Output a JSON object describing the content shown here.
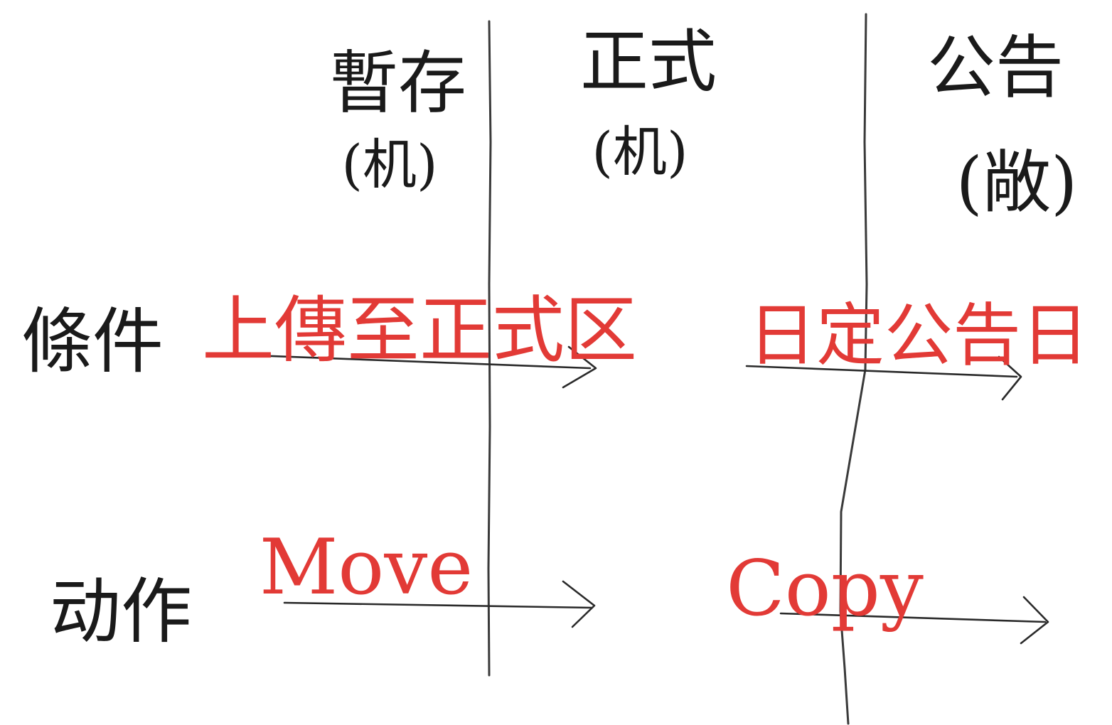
{
  "columns": [
    {
      "title": "暫存",
      "subtitle": "(机)"
    },
    {
      "title": "正式",
      "subtitle": "(机)"
    },
    {
      "title": "公告",
      "subtitle": "(敞)"
    }
  ],
  "rows": [
    {
      "label": "條件"
    },
    {
      "label": "动作"
    }
  ],
  "transitions": {
    "condition_1": "上傳至正式区",
    "condition_2": "日定公告日",
    "action_1": "Move",
    "action_2": "Copy"
  },
  "colors": {
    "ink": "#1a1a1a",
    "red_ink": "#e23a36",
    "background": "#ffffff"
  }
}
